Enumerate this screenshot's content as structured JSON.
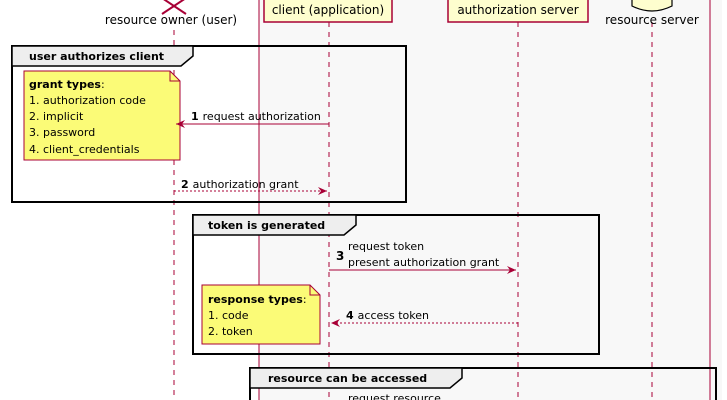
{
  "participants": {
    "resource_owner": "resource owner (user)",
    "client": "client (application)",
    "auth_server": "authorization server",
    "resource_server": "resource server"
  },
  "groups": {
    "g1": "user authorizes client",
    "g2": "token is generated",
    "g3": "resource can be accessed"
  },
  "notes": {
    "grant": {
      "heading": "grant types",
      "items": [
        "1. authorization code",
        "2. implicit",
        "3. password",
        "4. client_credentials"
      ]
    },
    "response": {
      "heading": "response types",
      "items": [
        "1. code",
        "2. token"
      ]
    }
  },
  "messages": {
    "m1": {
      "num": "1",
      "text": "request authorization"
    },
    "m2": {
      "num": "2",
      "text": "authorization grant"
    },
    "m3": {
      "num": "3",
      "line1": "request token",
      "line2": "present authorization grant"
    },
    "m4": {
      "num": "4",
      "text": "access token"
    },
    "m5": {
      "text": "request resource"
    }
  },
  "colors": {
    "arrow": "#A80036",
    "participant_fill": "#FEFECE",
    "group_bg": "#F8F8F8",
    "note_fill": "#FBFB77"
  }
}
